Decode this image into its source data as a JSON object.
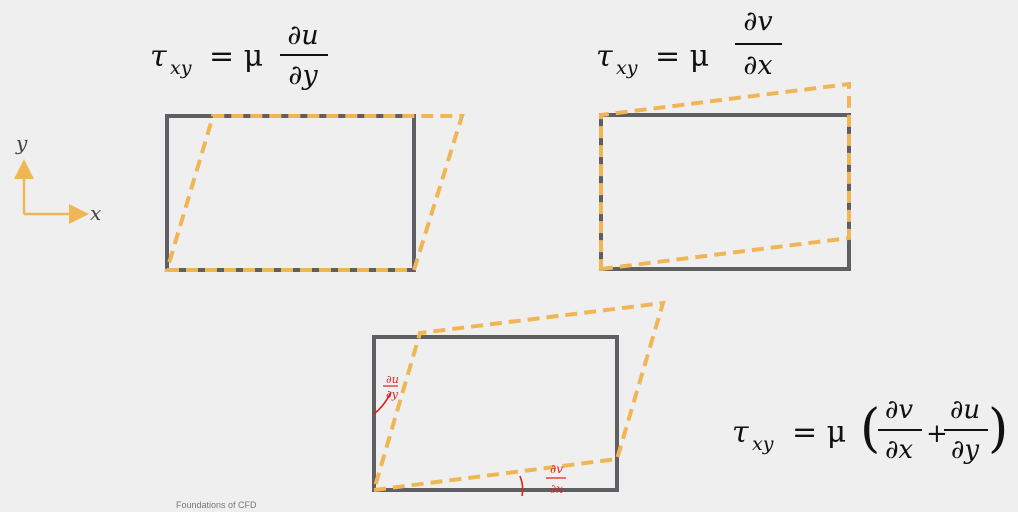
{
  "axes_legend": {
    "y_label": "y",
    "x_label": "x"
  },
  "equations": {
    "eq1": {
      "tau": "τ",
      "sub": "xy",
      "rhs_coef": "= μ",
      "num": "∂u",
      "den": "∂y"
    },
    "eq2": {
      "tau": "τ",
      "sub": "xy",
      "rhs_coef": "= μ",
      "num": "∂v",
      "den": "∂x"
    },
    "eq3": {
      "tau": "τ",
      "sub": "xy",
      "rhs_coef": "= μ",
      "lparen": "(",
      "num1": "∂v",
      "den1": "∂x",
      "plus": "+",
      "num2": "∂u",
      "den2": "∂y",
      "rparen": ")"
    }
  },
  "annotations": {
    "left_num": "∂u",
    "left_den": "∂y",
    "bottom_num": "∂v",
    "bottom_den": "∂x"
  },
  "colors": {
    "rect": "#5f5f63",
    "dashed": "#f0b656",
    "ink": "#e02020",
    "axis": "#f0b656"
  },
  "footer": "Foundations of CFD"
}
